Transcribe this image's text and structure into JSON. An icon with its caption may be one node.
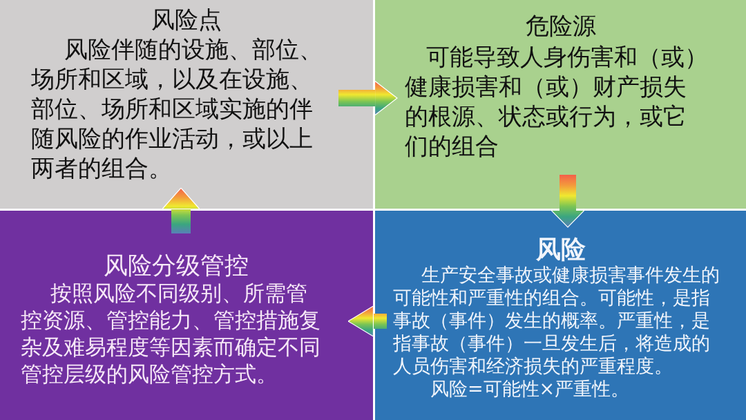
{
  "diagram": {
    "nodes": [
      {
        "text": [
          "风险点",
          "风险伴随的设施、部位、场所和区域，以及在设施、部位、场所和区域实施的伴随风险的作业活动，或以上两者的组合。"
        ]
      },
      {
        "text": [
          "危险源",
          "可能导致人身伤害和（或）健康损害和（或）财产损失的根源、状态或行为，或它们的组合"
        ]
      },
      {
        "text": [
          "风险分级管控",
          "按照风险不同级别、所需管控资源、管控能力、管控措施复杂及难易程度等因素而确定不同管控层级的风险管控方式。"
        ]
      },
      {
        "text": [
          "风险",
          "生产安全事故或健康损害事件发生的可能性和严重性的组合。可能性，是指事故（事件）发生的概率。严重性，是指事故（事件）一旦发生后，将造成的人员伤害和经济损失的严重程度。",
          "风险=可能性×严重性。"
        ]
      }
    ],
    "edges": [
      {
        "from": 0,
        "to": 1,
        "arrow": "to"
      },
      {
        "from": 1,
        "to": 3,
        "arrow": "to"
      },
      {
        "from": 3,
        "to": 2,
        "arrow": "to"
      },
      {
        "from": 2,
        "to": 0,
        "arrow": "to"
      }
    ]
  }
}
